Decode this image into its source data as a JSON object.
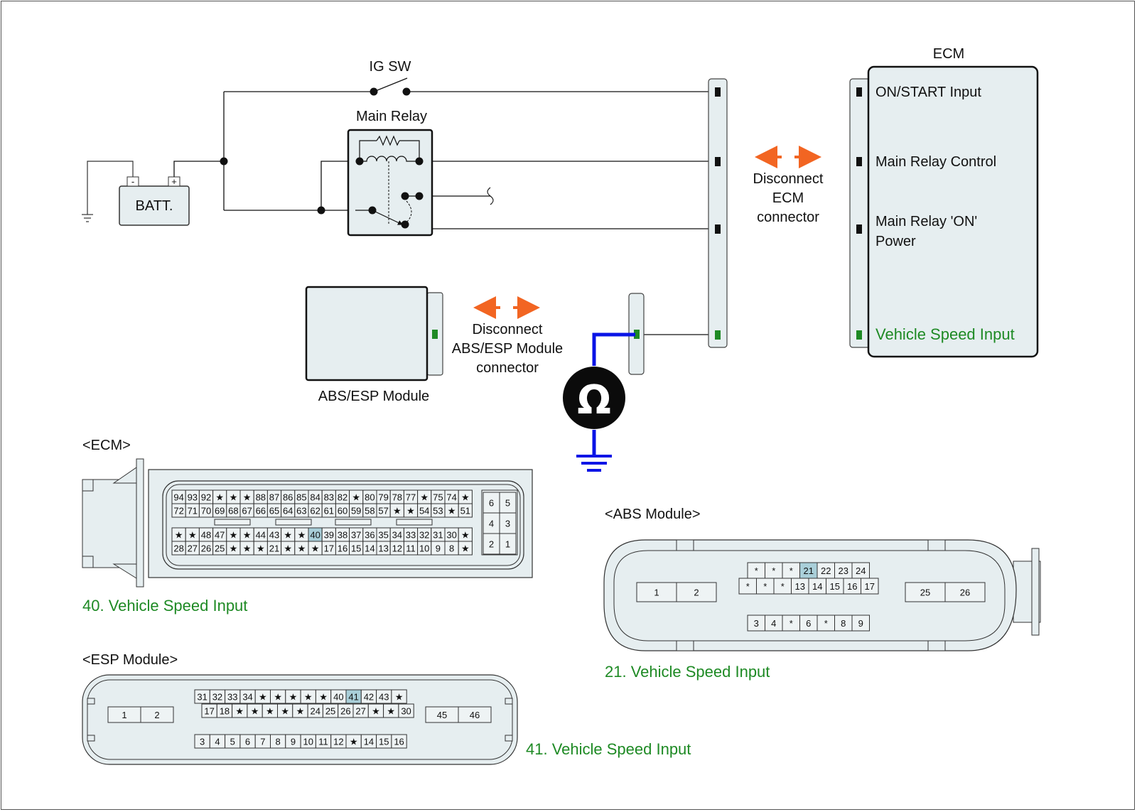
{
  "colors": {
    "wire": "#111111",
    "probe_wire": "#0a14e6",
    "arrow": "#f26522",
    "highlight_text": "#1e8a24",
    "pin_highlight": "#a9cfd9",
    "component_fill": "#e6eef0",
    "signal_pin": "#1e8a24"
  },
  "schematic": {
    "ig_switch_label": "IG SW",
    "main_relay_label": "Main Relay",
    "battery": {
      "label": "BATT.",
      "neg_terminal": "-",
      "pos_terminal": "+"
    },
    "abs_module_label": "ABS/ESP Module",
    "ecm_title": "ECM",
    "ecm_pins": [
      {
        "label": "ON/START Input"
      },
      {
        "label": "Main Relay Control"
      },
      {
        "label": "Main Relay 'ON'",
        "label2": "Power"
      },
      {
        "label": "Vehicle Speed Input",
        "highlight": true
      }
    ],
    "disconnect_ecm": [
      "Disconnect",
      "ECM",
      "connector"
    ],
    "disconnect_abs": [
      "Disconnect",
      "ABS/ESP Module",
      "connector"
    ],
    "meter_symbol": "Ω"
  },
  "connectors": {
    "ecm": {
      "title": "<ECM>",
      "caption": "40. Vehicle Speed Input",
      "highlight_pin": "40",
      "rows": [
        [
          "94",
          "93",
          "92",
          "★",
          "★",
          "★",
          "88",
          "87",
          "86",
          "85",
          "84",
          "83",
          "82",
          "★",
          "80",
          "79",
          "78",
          "77",
          "★",
          "75",
          "74",
          "★"
        ],
        [
          "72",
          "71",
          "70",
          "69",
          "68",
          "67",
          "66",
          "65",
          "64",
          "63",
          "62",
          "61",
          "60",
          "59",
          "58",
          "57",
          "★",
          "★",
          "54",
          "53",
          "★",
          "51"
        ],
        [
          "★",
          "★",
          "48",
          "47",
          "★",
          "★",
          "44",
          "43",
          "★",
          "★",
          "40",
          "39",
          "38",
          "37",
          "36",
          "35",
          "34",
          "33",
          "32",
          "31",
          "30",
          "★"
        ],
        [
          "28",
          "27",
          "26",
          "25",
          "★",
          "★",
          "★",
          "21",
          "★",
          "★",
          "★",
          "17",
          "16",
          "15",
          "14",
          "13",
          "12",
          "11",
          "10",
          "9",
          "8",
          "★"
        ]
      ],
      "side_block": [
        [
          "6",
          "5"
        ],
        [
          "4",
          "3"
        ],
        [
          "2",
          "1"
        ]
      ]
    },
    "abs": {
      "title": "<ABS Module>",
      "caption": "21. Vehicle Speed Input",
      "highlight_pin": "21",
      "left_block": [
        "1",
        "2"
      ],
      "right_block": [
        "25",
        "26"
      ],
      "rows": [
        [
          "*",
          "*",
          "*",
          "21",
          "22",
          "23",
          "24"
        ],
        [
          "*",
          "*",
          "*",
          "13",
          "14",
          "15",
          "16",
          "17"
        ],
        [
          "3",
          "4",
          "*",
          "6",
          "*",
          "8",
          "9"
        ]
      ]
    },
    "esp": {
      "title": "<ESP Module>",
      "caption": "41. Vehicle Speed Input",
      "highlight_pin": "41",
      "left_block": [
        "1",
        "2"
      ],
      "right_block": [
        "45",
        "46"
      ],
      "rows": [
        [
          "31",
          "32",
          "33",
          "34",
          "★",
          "★",
          "★",
          "★",
          "★",
          "40",
          "41",
          "42",
          "43",
          "★"
        ],
        [
          "17",
          "18",
          "★",
          "★",
          "★",
          "★",
          "★",
          "24",
          "25",
          "26",
          "27",
          "★",
          "★",
          "30"
        ],
        [
          "3",
          "4",
          "5",
          "6",
          "7",
          "8",
          "9",
          "10",
          "11",
          "12",
          "★",
          "14",
          "15",
          "16"
        ]
      ]
    }
  }
}
